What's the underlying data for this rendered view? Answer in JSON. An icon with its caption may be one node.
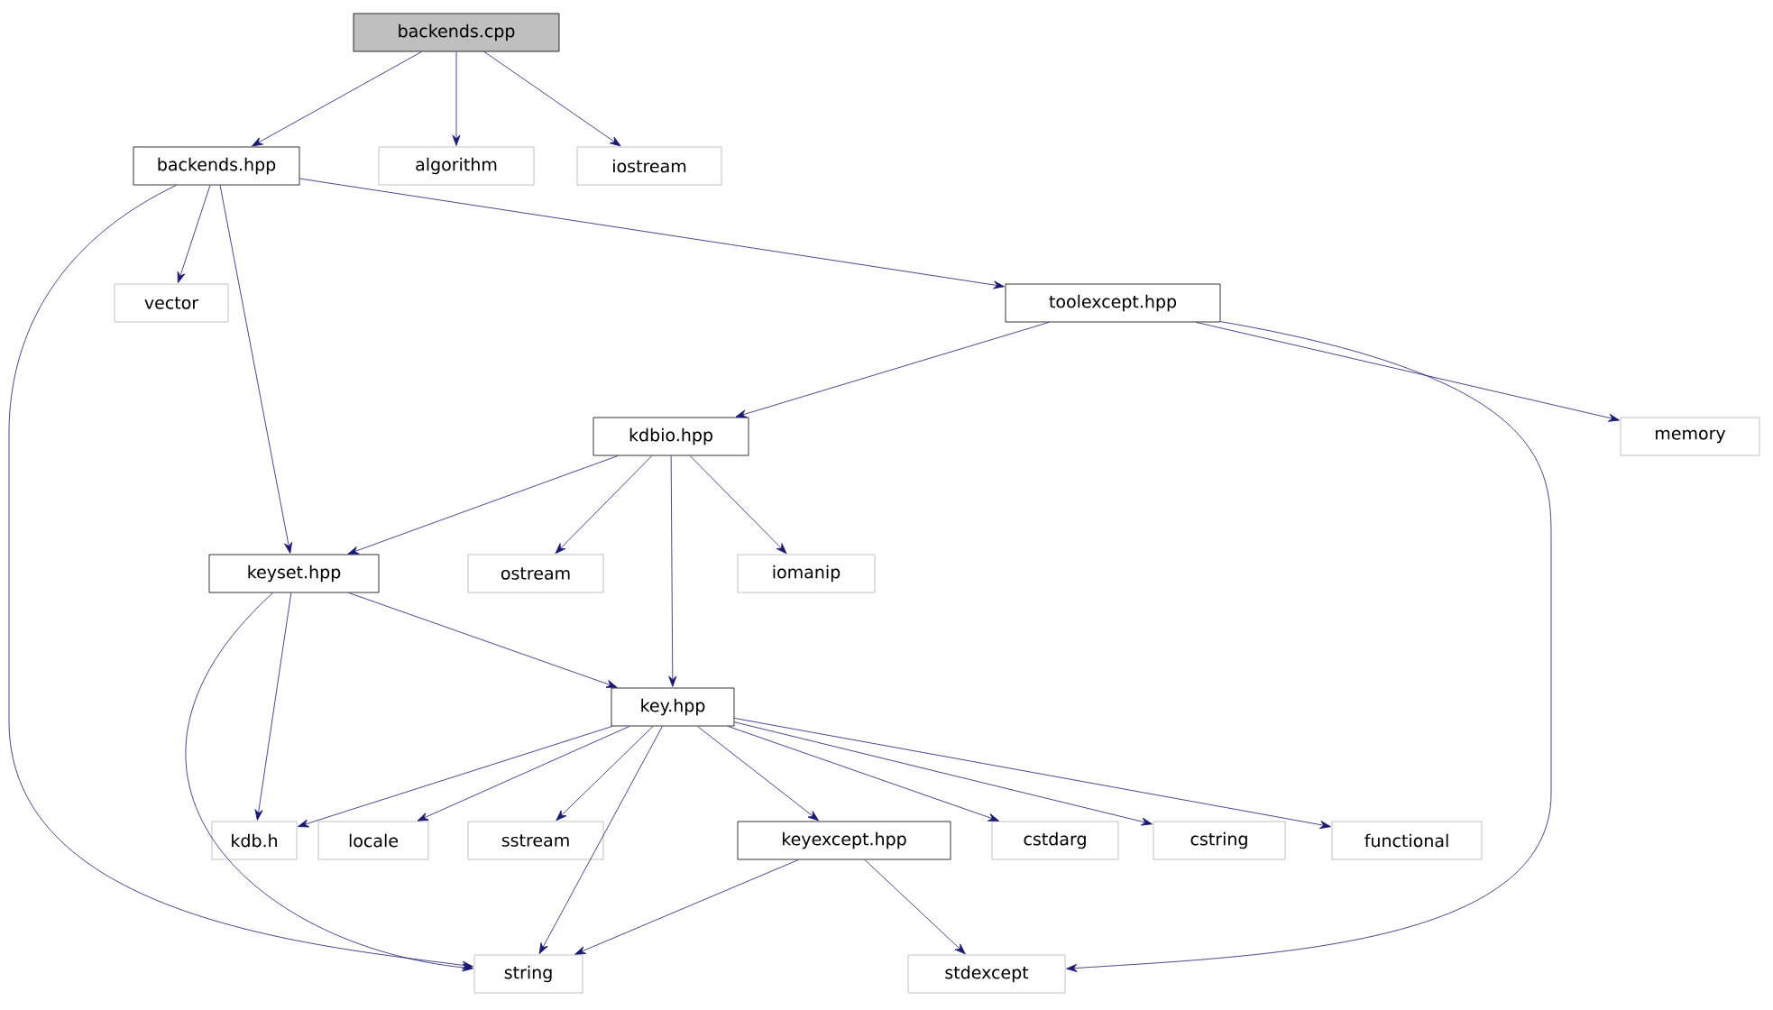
{
  "diagram": {
    "nodes": [
      {
        "text": [
          "backends.cpp"
        ]
      },
      {
        "text": [
          "backends.hpp"
        ]
      },
      {
        "text": [
          "algorithm"
        ]
      },
      {
        "text": [
          "iostream"
        ]
      },
      {
        "text": [
          "vector"
        ]
      },
      {
        "text": [
          "toolexcept.hpp"
        ]
      },
      {
        "text": [
          "memory"
        ]
      },
      {
        "text": [
          "kdbio.hpp"
        ]
      },
      {
        "text": [
          "keyset.hpp"
        ]
      },
      {
        "text": [
          "ostream"
        ]
      },
      {
        "text": [
          "iomanip"
        ]
      },
      {
        "text": [
          "key.hpp"
        ]
      },
      {
        "text": [
          "kdb.h"
        ]
      },
      {
        "text": [
          "locale"
        ]
      },
      {
        "text": [
          "sstream"
        ]
      },
      {
        "text": [
          "keyexcept.hpp"
        ]
      },
      {
        "text": [
          "cstdarg"
        ]
      },
      {
        "text": [
          "cstring"
        ]
      },
      {
        "text": [
          "functional"
        ]
      },
      {
        "text": [
          "string"
        ]
      },
      {
        "text": [
          "stdexcept"
        ]
      }
    ],
    "edges": [
      {
        "from": 0,
        "to": 1,
        "arrow": "to"
      },
      {
        "from": 0,
        "to": 2,
        "arrow": "to"
      },
      {
        "from": 0,
        "to": 3,
        "arrow": "to"
      },
      {
        "from": 1,
        "to": 19,
        "arrow": "to"
      },
      {
        "from": 1,
        "to": 4,
        "arrow": "to"
      },
      {
        "from": 1,
        "to": 8,
        "arrow": "to"
      },
      {
        "from": 1,
        "to": 5,
        "arrow": "to"
      },
      {
        "from": 5,
        "to": 7,
        "arrow": "to"
      },
      {
        "from": 5,
        "to": 6,
        "arrow": "to"
      },
      {
        "from": 5,
        "to": 20,
        "arrow": "to"
      },
      {
        "from": 7,
        "to": 8,
        "arrow": "to"
      },
      {
        "from": 7,
        "to": 9,
        "arrow": "to"
      },
      {
        "from": 7,
        "to": 11,
        "arrow": "to"
      },
      {
        "from": 7,
        "to": 10,
        "arrow": "to"
      },
      {
        "from": 8,
        "to": 12,
        "arrow": "to"
      },
      {
        "from": 8,
        "to": 19,
        "arrow": "to"
      },
      {
        "from": 8,
        "to": 11,
        "arrow": "to"
      },
      {
        "from": 11,
        "to": 12,
        "arrow": "to"
      },
      {
        "from": 11,
        "to": 13,
        "arrow": "to"
      },
      {
        "from": 11,
        "to": 14,
        "arrow": "to"
      },
      {
        "from": 11,
        "to": 19,
        "arrow": "to"
      },
      {
        "from": 11,
        "to": 15,
        "arrow": "to"
      },
      {
        "from": 11,
        "to": 16,
        "arrow": "to"
      },
      {
        "from": 11,
        "to": 17,
        "arrow": "to"
      },
      {
        "from": 11,
        "to": 18,
        "arrow": "to"
      },
      {
        "from": 15,
        "to": 19,
        "arrow": "to"
      },
      {
        "from": 15,
        "to": 20,
        "arrow": "to"
      }
    ]
  }
}
